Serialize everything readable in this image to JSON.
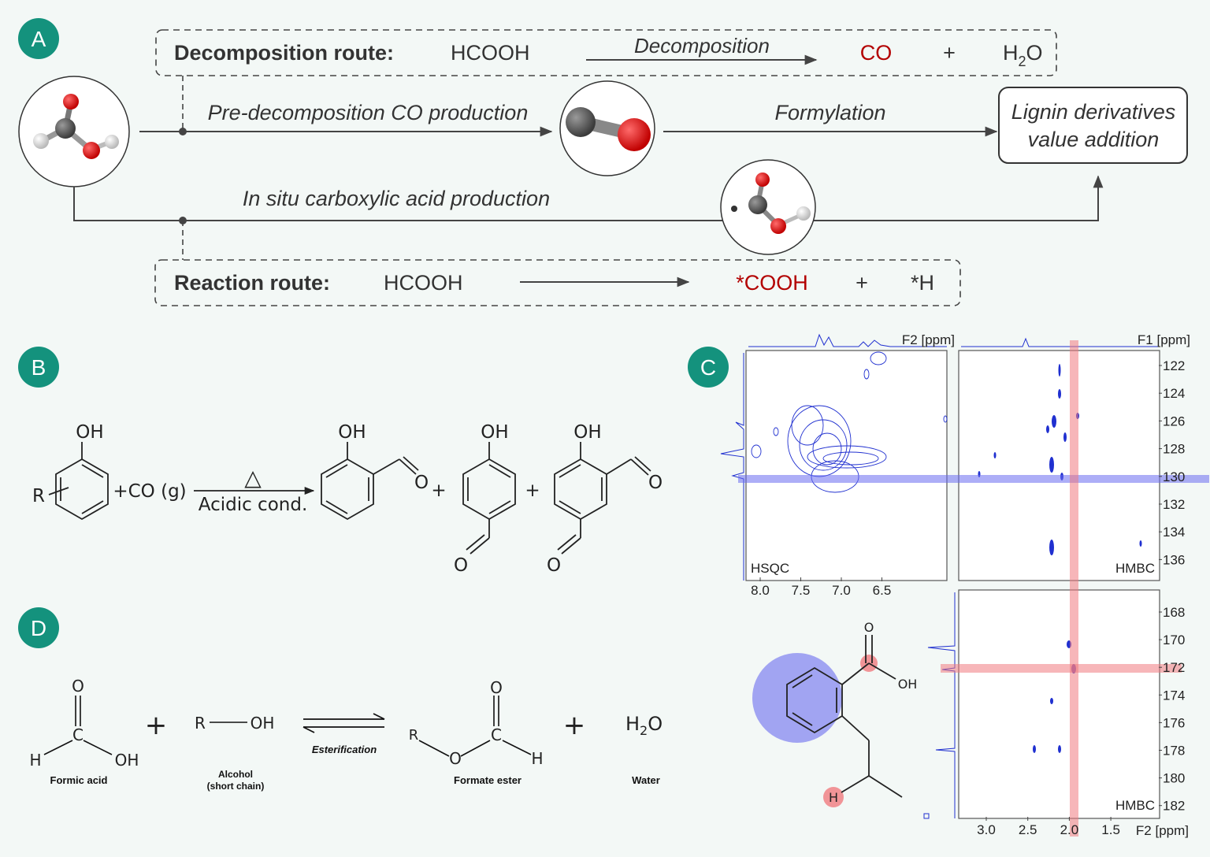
{
  "panel_labels": {
    "a": "A",
    "b": "B",
    "c": "C",
    "d": "D"
  },
  "colors": {
    "badge": "#14927d",
    "red": "#b30000",
    "line": "#444444",
    "blue_band": "#6a6cf0",
    "red_band": "#f07a80",
    "contour": "#2030d0"
  },
  "panel_a": {
    "decomp": {
      "title": "Decomposition route:",
      "reactant": "HCOOH",
      "arrow_label": "Decomposition",
      "product1": "CO",
      "plus": "+",
      "product2_main": "H",
      "product2_sub": "2",
      "product2_end": "O"
    },
    "pre_decomp_label": "Pre-decomposition CO production",
    "formylation_label": "Formylation",
    "target_line1": "Lignin derivatives",
    "target_line2": "value addition",
    "in_situ_label": "In situ carboxylic acid production",
    "reaction": {
      "title": "Reaction route:",
      "reactant": "HCOOH",
      "product1": "*COOH",
      "plus": "+",
      "product2": "*H"
    }
  },
  "panel_b": {
    "oh": "OH",
    "r": "R",
    "reagent": "+CO (g)",
    "heat": "△",
    "condition": "Acidic cond.",
    "o": "O",
    "plus": "+"
  },
  "panel_c": {
    "hsqc_label": "HSQC",
    "hmbc_label": "HMBC",
    "f2_axis": "F2 [ppm]",
    "f1_axis": "F1 [ppm]",
    "hsqc_x_ticks": [
      "8.0",
      "7.5",
      "7.0",
      "6.5"
    ],
    "top_y_ticks": [
      "122",
      "124",
      "126",
      "128",
      "130",
      "132",
      "134",
      "136"
    ],
    "bottom_y_ticks": [
      "168",
      "170",
      "172",
      "174",
      "176",
      "178",
      "180",
      "182"
    ],
    "bottom_x_ticks": [
      "3.0",
      "2.5",
      "2.0",
      "1.5"
    ],
    "mol_oh": "OH",
    "mol_o": "O",
    "mol_h": "H"
  },
  "panel_d": {
    "formic": {
      "o": "O",
      "c": "C",
      "h": "H",
      "oh": "OH",
      "caption": "Formic acid"
    },
    "plus": "+",
    "alcohol": {
      "r": "R",
      "oh": "OH",
      "caption_line1": "Alcohol",
      "caption_line2": "(short chain)"
    },
    "arrow_label": "Esterification",
    "ester": {
      "r": "R",
      "o_top": "O",
      "c": "C",
      "o": "O",
      "h": "H",
      "caption": "Formate ester"
    },
    "water": {
      "h": "H",
      "sub": "2",
      "o": "O",
      "caption": "Water"
    }
  }
}
